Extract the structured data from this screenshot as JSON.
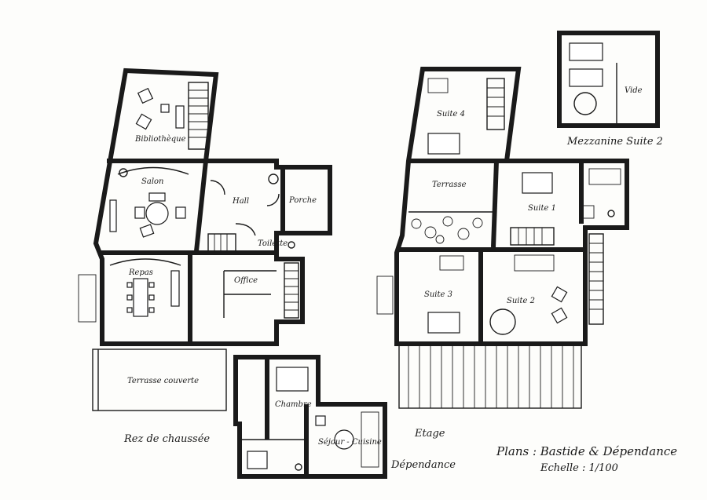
{
  "plans": {
    "title": "Plans : Bastide & Dépendance",
    "scale": "Echelle : 1/100"
  },
  "ground_floor": {
    "caption": "Rez de chaussée",
    "rooms": {
      "bibliotheque": "Bibliothèque",
      "salon": "Salon",
      "hall": "Hall",
      "porche": "Porche",
      "toilette": "Toilette",
      "repas": "Repas",
      "office": "Office",
      "terrasse_couverte": "Terrasse couverte"
    }
  },
  "upper_floor": {
    "caption": "Etage",
    "rooms": {
      "suite4": "Suite 4",
      "terrasse": "Terrasse",
      "suite1": "Suite 1",
      "suite3": "Suite 3",
      "suite2": "Suite 2"
    }
  },
  "mezzanine": {
    "caption": "Mezzanine Suite 2",
    "rooms": {
      "vide": "Vide"
    }
  },
  "annex": {
    "caption": "Dépendance",
    "rooms": {
      "chambre": "Chambre",
      "sejour_cuisine": "Séjour - Cuisine"
    }
  }
}
